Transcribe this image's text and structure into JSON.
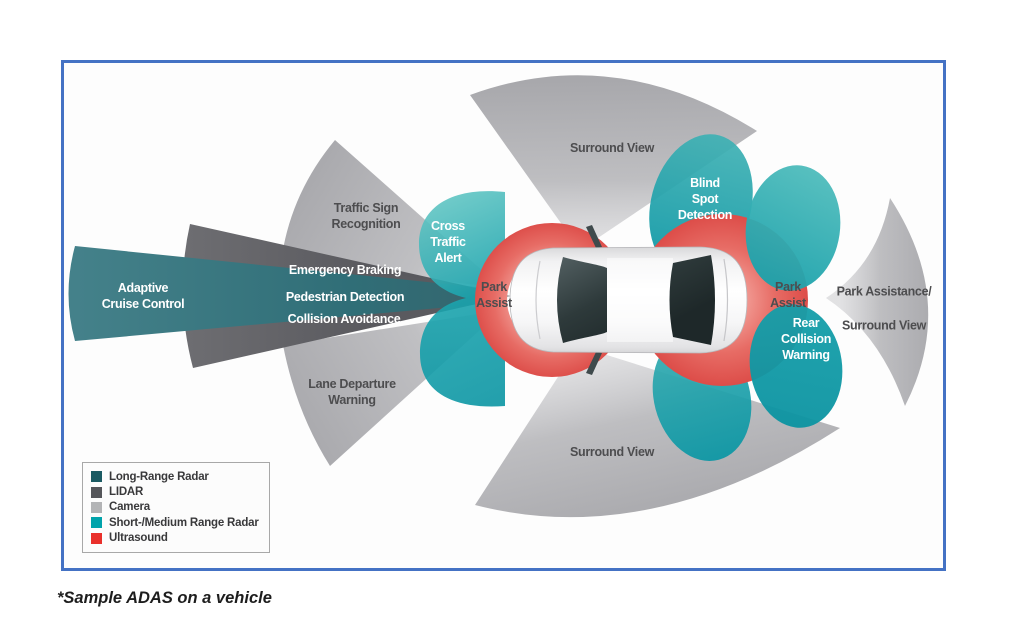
{
  "zones": {
    "adaptive_cruise_control": "Adaptive\nCruise Control",
    "traffic_sign_recognition": "Traffic Sign\nRecognition",
    "emergency_braking": "Emergency Braking",
    "pedestrian_detection": "Pedestrian Detection",
    "collision_avoidance": "Collision Avoidance",
    "lane_departure_warning": "Lane Departure\nWarning",
    "cross_traffic_alert": "Cross\nTraffic\nAlert",
    "park_assist_front": "Park\nAssist",
    "surround_view_top": "Surround View",
    "surround_view_bottom": "Surround View",
    "blind_spot_detection": "Blind\nSpot\nDetection",
    "park_assist_rear": "Park\nAssist",
    "rear_collision_warning": "Rear\nCollision\nWarning",
    "park_assistance_surround_view": "Park Assistance/\n\nSurround View"
  },
  "legend": {
    "items": [
      {
        "label": "Long-Range Radar",
        "color": "#1a5a62"
      },
      {
        "label": "LIDAR",
        "color": "#55565a"
      },
      {
        "label": "Camera",
        "color": "#b3b4b6"
      },
      {
        "label": "Short-/Medium Range Radar",
        "color": "#00a3ab"
      },
      {
        "label": "Ultrasound",
        "color": "#e9302b"
      }
    ]
  },
  "caption": "*Sample ADAS on a vehicle",
  "colors": {
    "frame_border": "#4472c4",
    "long_range_radar_zone": "#2f6d76",
    "lidar_zone": "#58585c",
    "camera_zone": "#b5b5b9",
    "short_medium_radar_zone": "#14a0ab",
    "ultrasound_zone": "#e2534f",
    "label_dark": "#4d4d4f",
    "label_light": "#ffffff"
  }
}
